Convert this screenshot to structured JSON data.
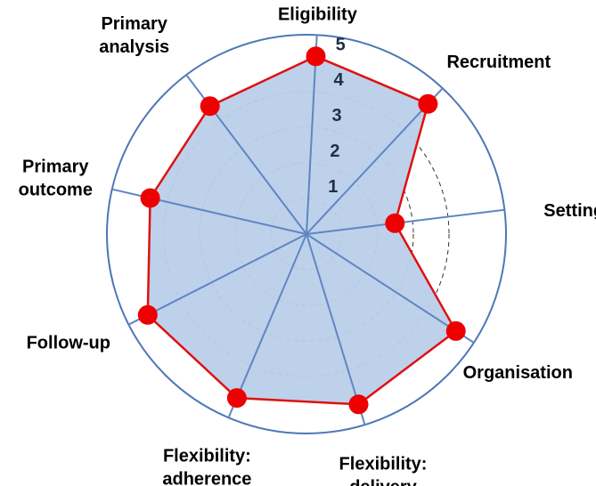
{
  "chart_data": {
    "type": "radar",
    "title": "",
    "axes": [
      "Eligibility",
      "Recruitment",
      "Setting",
      "Organisation",
      "Flexibility: delivery",
      "Flexibility: adherence",
      "Follow-up",
      "Primary outcome",
      "Primary analysis"
    ],
    "values": [
      5,
      5,
      2.5,
      5,
      5,
      5,
      5,
      4.5,
      4.5
    ],
    "rlim": [
      0,
      5
    ],
    "ticks": [
      "1",
      "2",
      "3",
      "4",
      "5"
    ],
    "grid": true,
    "legend": "none",
    "colors": {
      "fill": "#b9cfea",
      "line": "#e01010",
      "marker": "#ee0000",
      "spokes": "#5f86c2",
      "outer_ring": "#4f77b7",
      "grid_rings": "#333333"
    }
  }
}
